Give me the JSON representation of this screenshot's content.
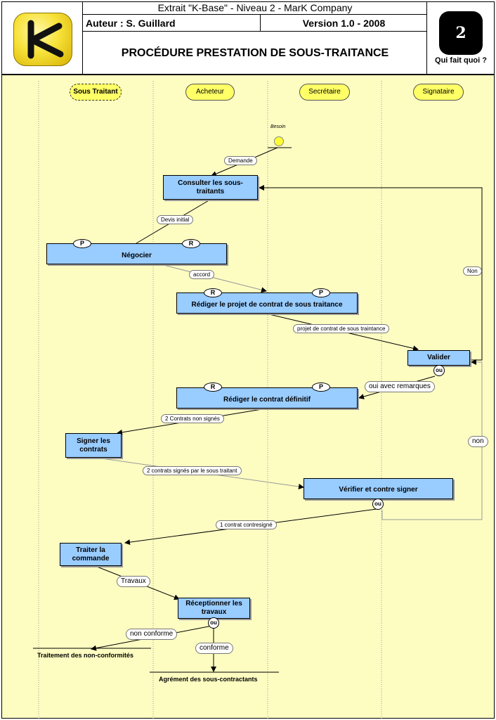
{
  "header": {
    "extrait": "Extrait \"K-Base\" - Niveau 2 - MarK Company",
    "auteur": "Auteur :  S. Guillard",
    "version": "Version 1.0 - 2008",
    "title": "PROCÉDURE PRESTATION DE SOUS-TRAITANCE",
    "badge": "2",
    "qui_fait_quoi": "Qui fait quoi ?"
  },
  "lanes": [
    {
      "label": "Sous Traitant",
      "active": true
    },
    {
      "label": "Acheteur"
    },
    {
      "label": "Secrétaire"
    },
    {
      "label": "Signataire"
    }
  ],
  "start": {
    "label": "Besoin"
  },
  "activities": {
    "consulter": "Consulter les sous-traitants",
    "negocier": "Négocier",
    "rediger_projet": "Rédiger le projet de contrat de sous traitance",
    "valider": "Valider",
    "rediger_definitif": "Rédiger le contrat définitif",
    "signer": "Signer les contrats",
    "verifier": "Vérifier et contre signer",
    "traiter": "Traiter la commande",
    "receptionner": "Réceptionner les travaux"
  },
  "roles": {
    "p": "P",
    "r": "R"
  },
  "or_marker": "ou",
  "flows": {
    "demande": "Demande",
    "devis": "Devis initial",
    "accord": "accord",
    "projet": "projet de contrat de sous traintance",
    "non_valider": "Non",
    "oui_remarques": "oui avec remarques",
    "contrats_non_signes": "2 Contrats non signés",
    "contrats_signes": "2 contrats signés par le sous traitant",
    "non_verifier": "non",
    "contresigne": "1 contrat contresigné",
    "travaux": "Travaux",
    "non_conforme": "non conforme",
    "conforme": "conforme"
  },
  "ends": {
    "non_conformites": "Traitement des non-conformités",
    "agrement": "Agrément des sous-contractants"
  },
  "colors": {
    "background": "#fdfdc2",
    "activity": "#99ccff",
    "actor": "#ffff66"
  }
}
